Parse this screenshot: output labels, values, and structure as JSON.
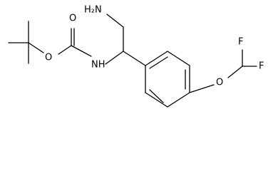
{
  "molecule": {
    "atoms": {
      "amine": "H₂N",
      "carbamate_nh": "NH",
      "carbonyl_o": "O",
      "ester_o": "O",
      "ether_o": "O",
      "fluorine_top": "F",
      "fluorine_right": "F"
    }
  }
}
